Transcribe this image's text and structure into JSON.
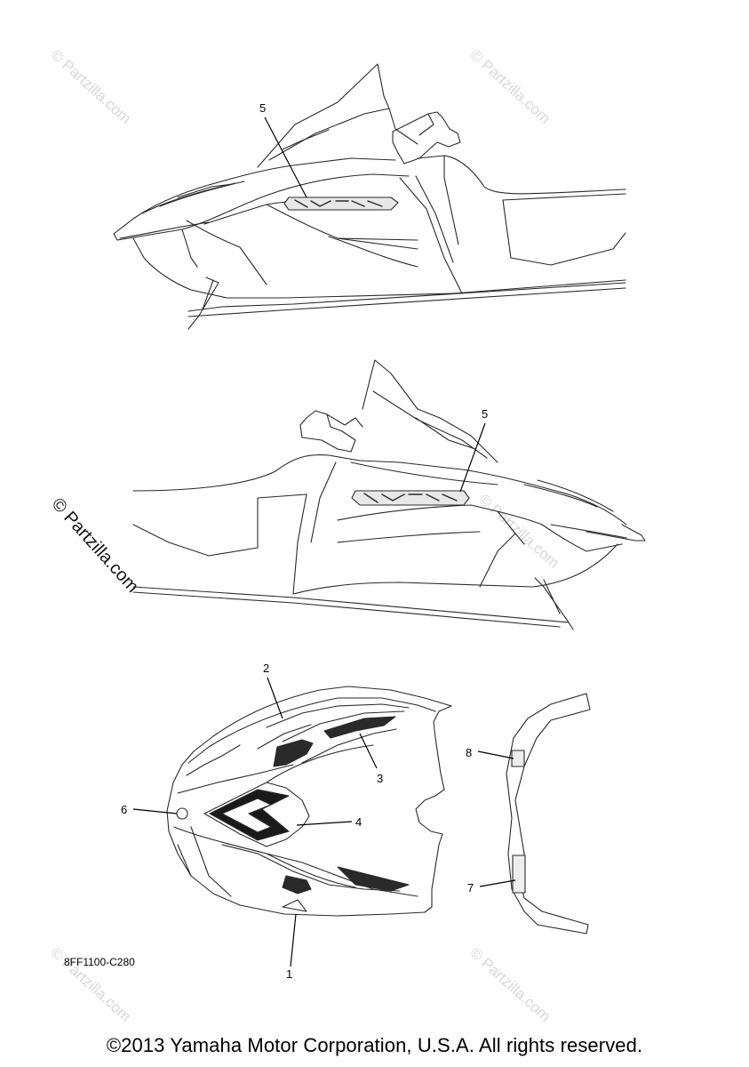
{
  "watermark": "© Partzilla.com",
  "callouts": [
    "5",
    "5",
    "2",
    "3",
    "4",
    "6",
    "1",
    "8",
    "7"
  ],
  "drawing_code": "8FF1100-C280",
  "copyright": "©2013 Yamaha Motor Corporation, U.S.A. All rights reserved.",
  "colors": {
    "line": "#2a2a2a",
    "watermark": "#d8d8d8",
    "background": "#ffffff"
  }
}
